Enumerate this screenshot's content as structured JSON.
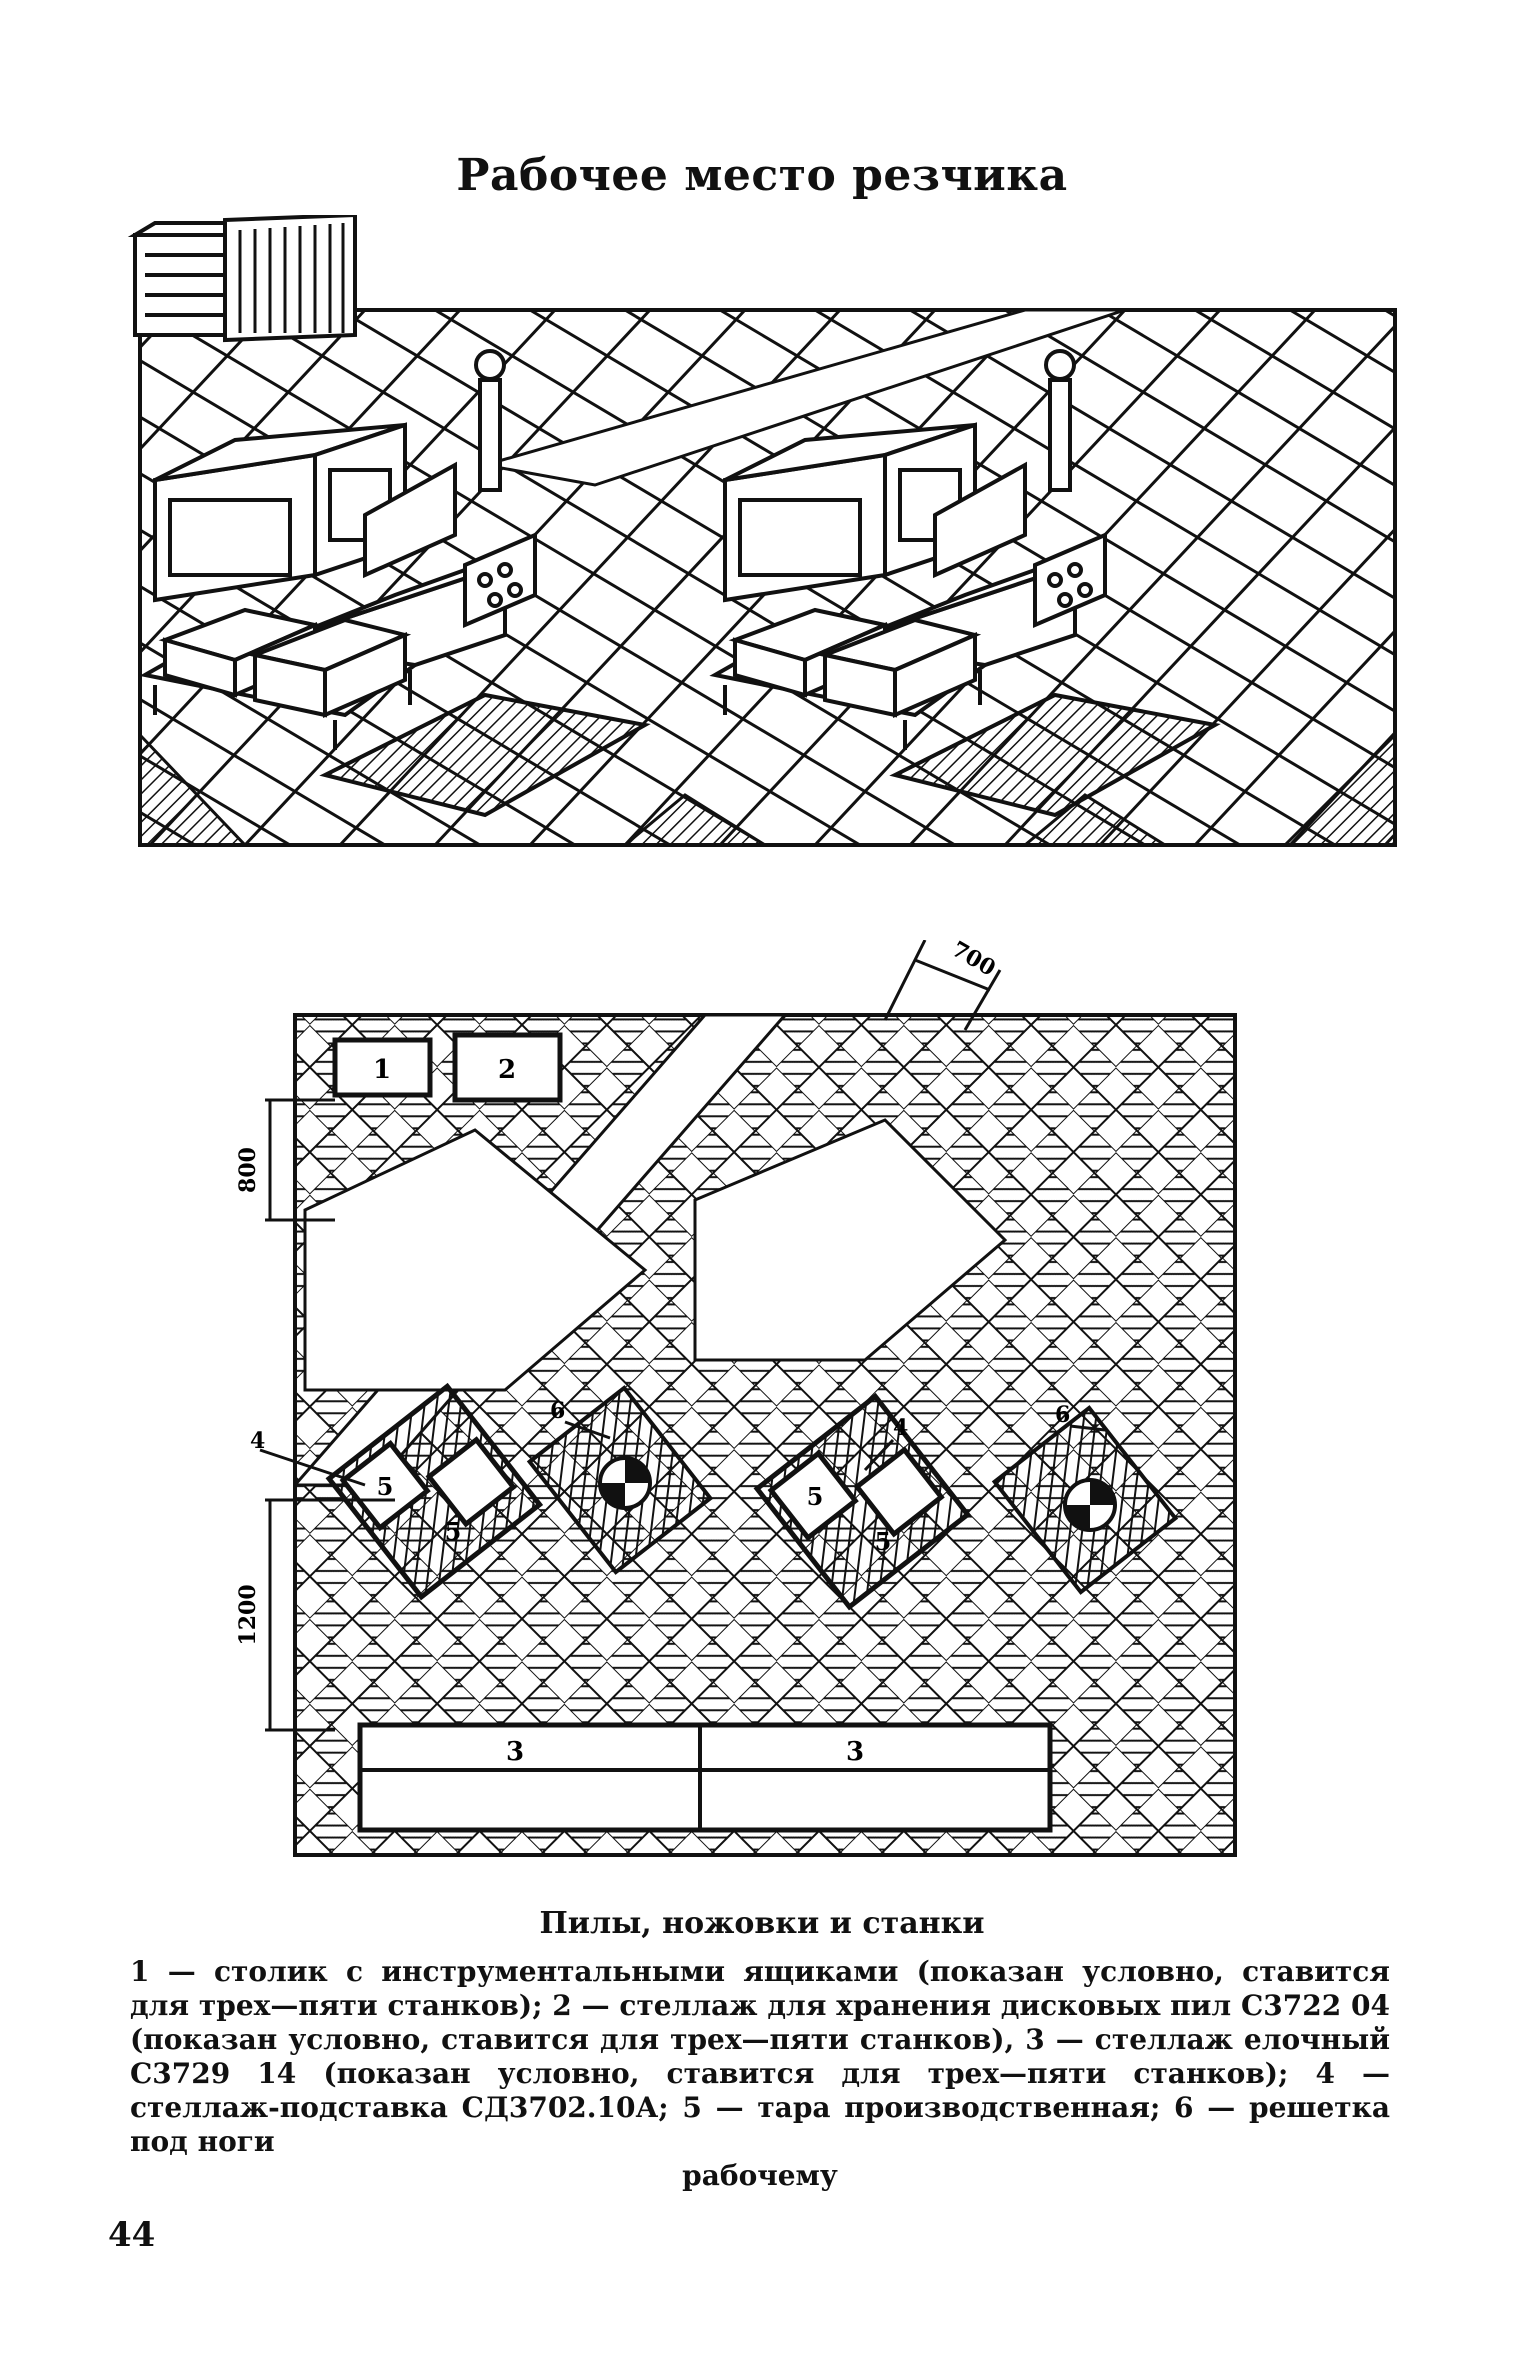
{
  "document": {
    "title": "Рабочее место резчика",
    "plan": {
      "labels": {
        "stand_1": "1",
        "rack_2": "2",
        "rack_3_left": "3",
        "rack_3_right": "3",
        "rack_4_left": "4",
        "rack_4_right": "4",
        "box_5_a": "5",
        "box_5_b": "5",
        "box_5_c": "5",
        "box_5_d": "5",
        "grate_6_left": "6",
        "grate_6_right": "6"
      },
      "dimensions": {
        "top": "700",
        "left_upper": "800",
        "left_lower": "1200"
      }
    },
    "caption_title": "Пилы, ножовки и станки",
    "legend_text": "1 — столик с инструментальными ящиками (показан условно, ставится для трех—пяти станков); 2 — стеллаж для хранения дисковых пил С3722 04 (показан условно, ставится для трех—пяти станков), 3 — стеллаж елочный С3729 14 (показан условно, ставится для трех—пяти станков); 4 — стеллаж-подставка СД3702.10А; 5 — тара производственная; 6 — решетка под ноги",
    "legend_last_line": "рабочему",
    "page_number": "44"
  }
}
